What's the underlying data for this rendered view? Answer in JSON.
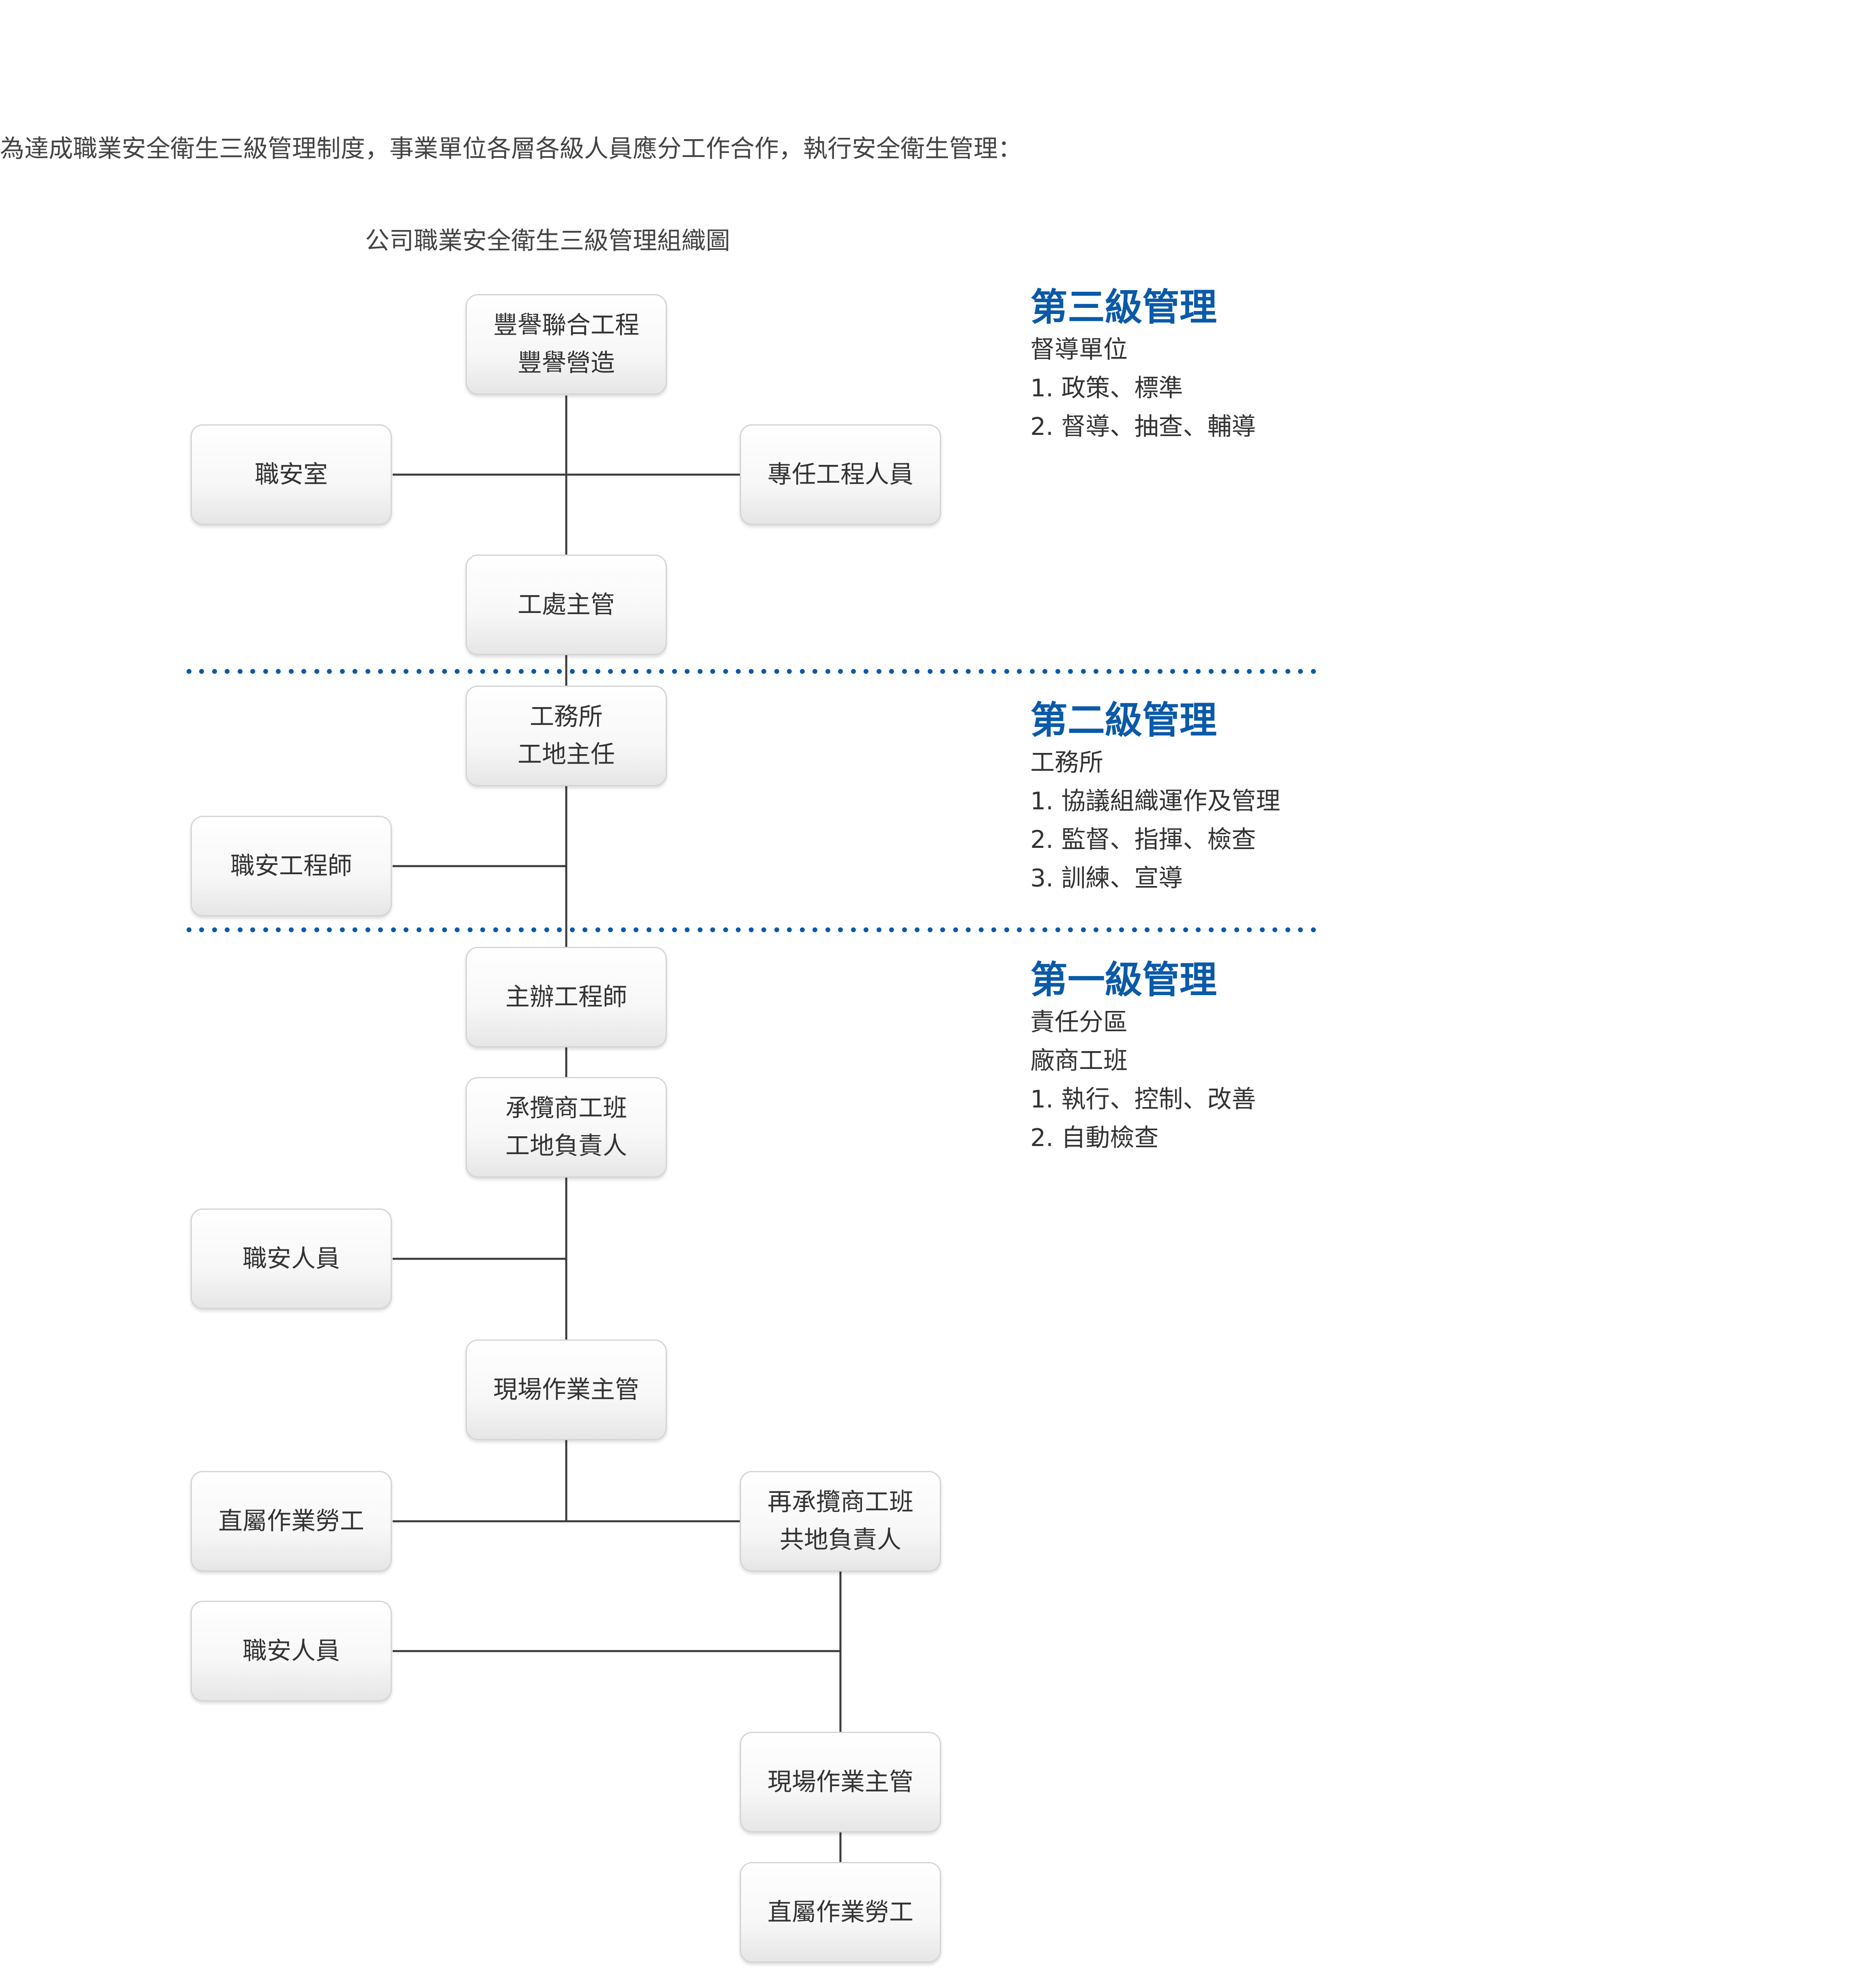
{
  "intro_text": "為達成職業安全衛生三級管理制度，事業單位各層各級人員應分工作合作，執行安全衛生管理：",
  "chart_title": "公司職業安全衛生三級管理組織圖",
  "colors": {
    "accent": "#0a5aa8",
    "line": "#3c3c3c",
    "node_border": "#d4d4d4"
  },
  "nodes": {
    "top": "豐譽聯合工程\n豐譽營造",
    "safety_office": "職安室",
    "full_time_engineer": "專任工程人員",
    "works_director": "工處主管",
    "site_office": "工務所\n工地主任",
    "safety_engineer": "職安工程師",
    "lead_engineer": "主辦工程師",
    "contractor": "承攬商工班\n工地負責人",
    "safety_staff_1": "職安人員",
    "site_supervisor_1": "現場作業主管",
    "direct_workers_1": "直屬作業勞工",
    "subcontractor": "再承攬商工班\n共地負責人",
    "safety_staff_2": "職安人員",
    "site_supervisor_2": "現場作業主管",
    "direct_workers_2": "直屬作業勞工"
  },
  "levels": {
    "level3": {
      "heading": "第三級管理",
      "lines": [
        "督導單位",
        "1. 政策、標準",
        "2. 督導、抽查、輔導"
      ]
    },
    "level2": {
      "heading": "第二級管理",
      "lines": [
        "工務所",
        "1. 協議組織運作及管理",
        "2. 監督、指揮、檢查",
        "3. 訓練、宣導"
      ]
    },
    "level1": {
      "heading": "第一級管理",
      "lines": [
        "責任分區",
        "廠商工班",
        "1. 執行、控制、改善",
        "2. 自動檢查"
      ]
    }
  }
}
